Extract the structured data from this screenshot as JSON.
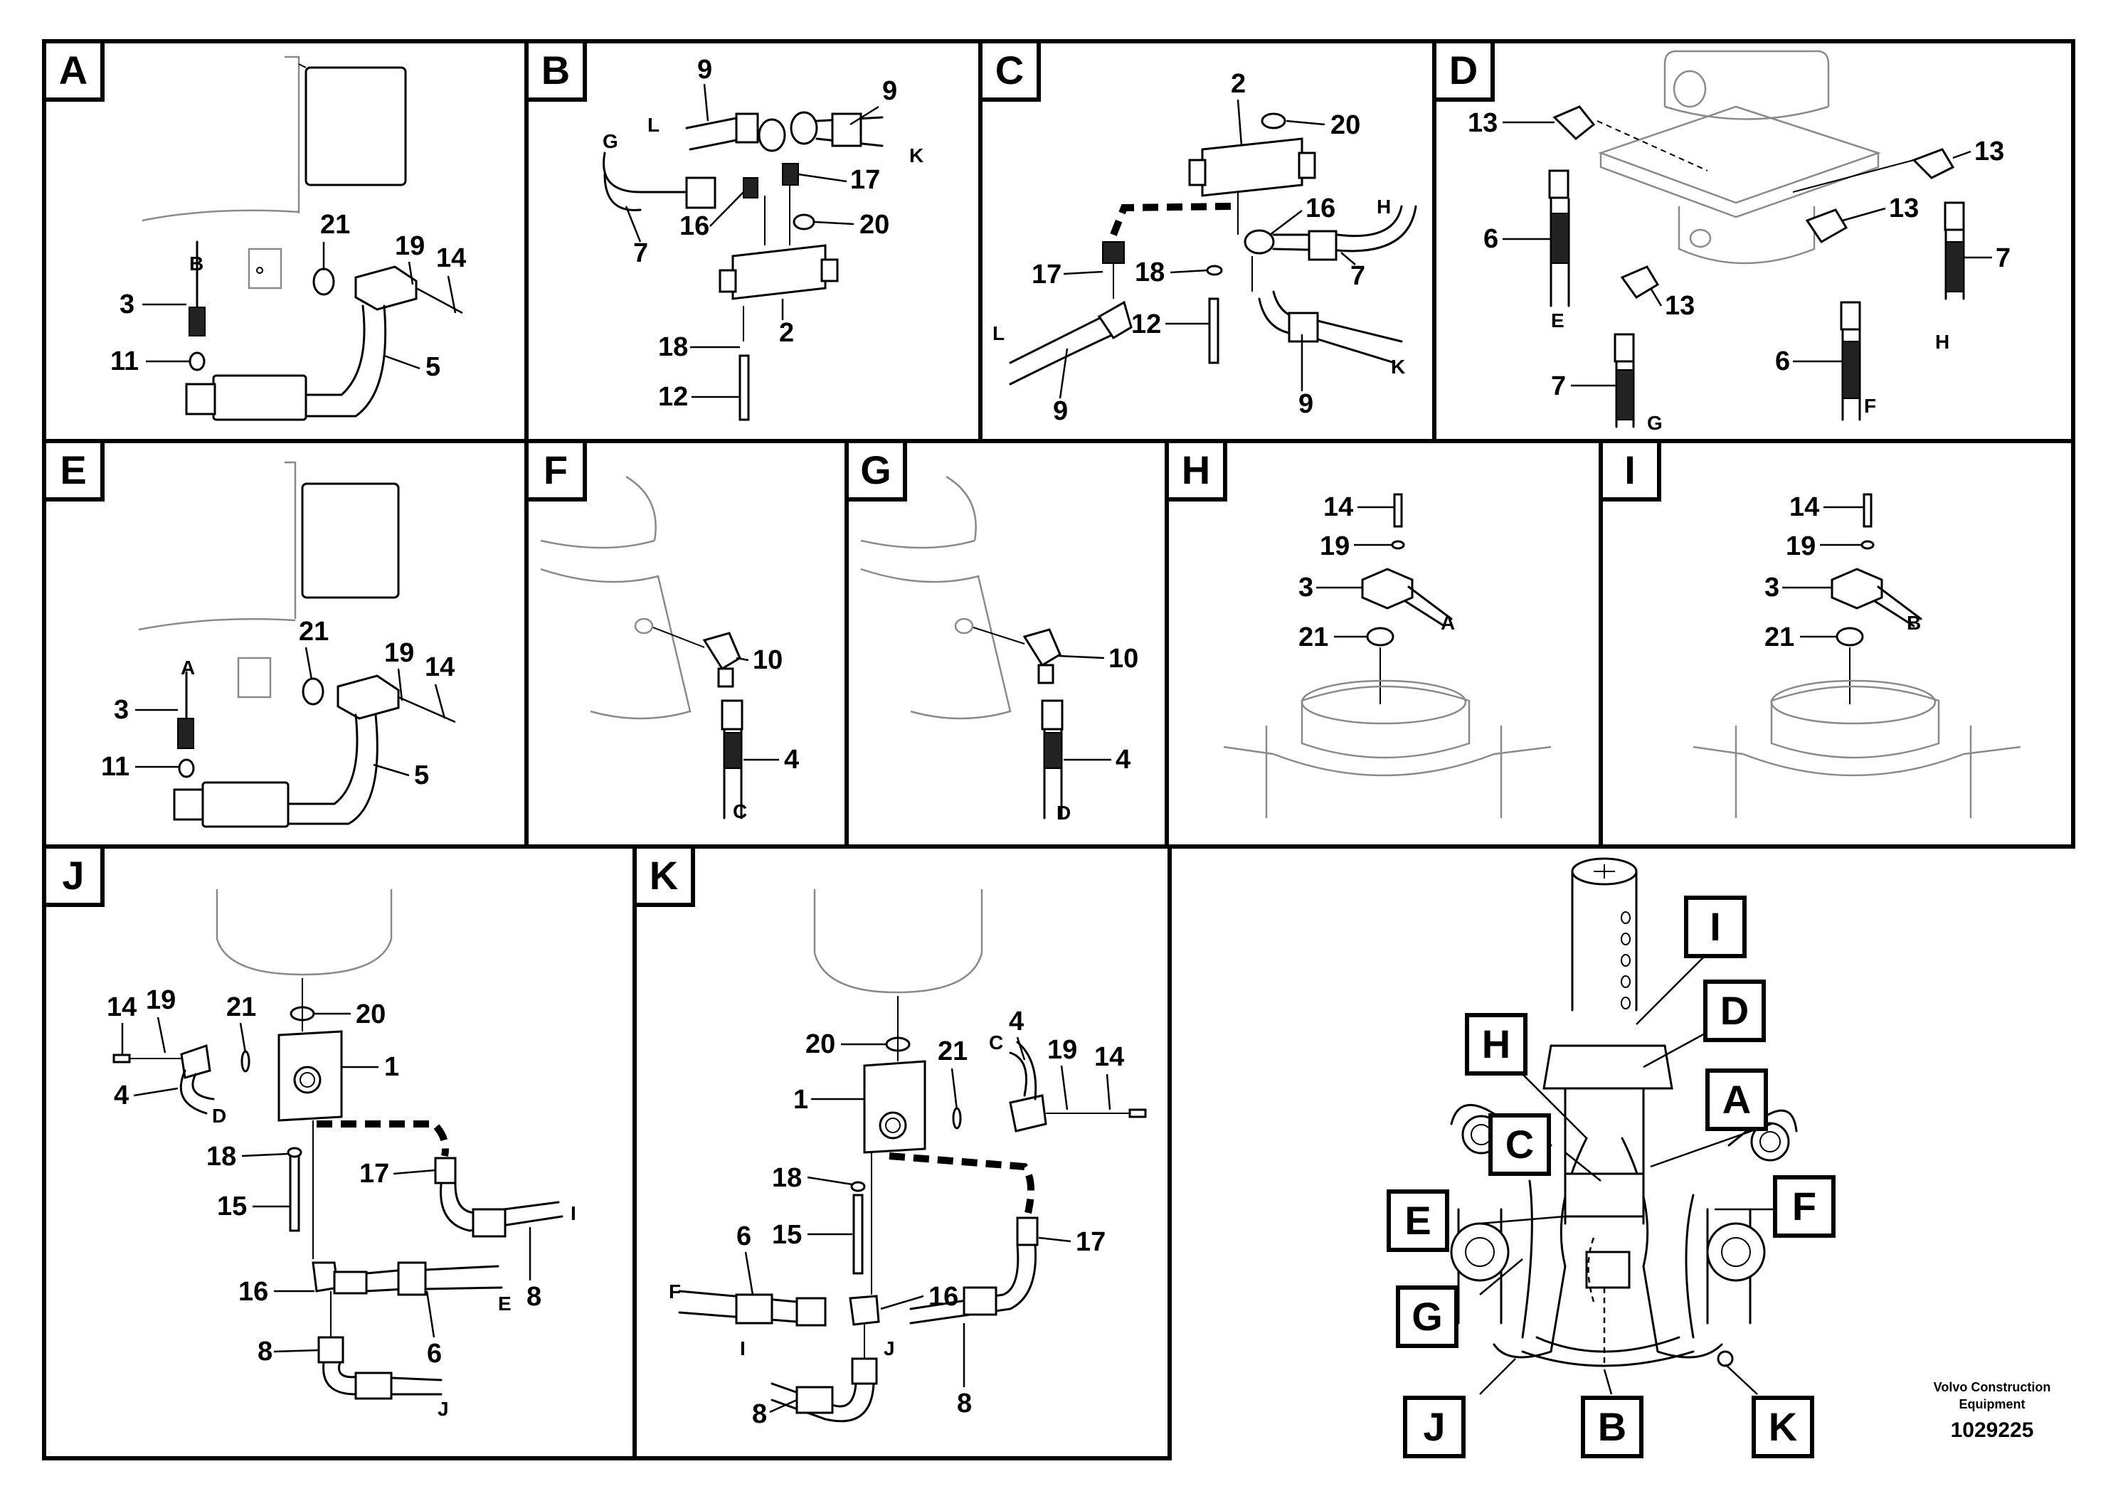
{
  "panels": {
    "A": {
      "label": "A",
      "numbers": [
        "21",
        "19",
        "14",
        "3",
        "11",
        "5"
      ],
      "letters": [
        "B"
      ]
    },
    "B": {
      "label": "B",
      "numbers": [
        "9",
        "9",
        "17",
        "16",
        "20",
        "7",
        "18",
        "2",
        "12"
      ],
      "letters": [
        "L",
        "G",
        "K"
      ]
    },
    "C": {
      "label": "C",
      "numbers": [
        "2",
        "20",
        "16",
        "7",
        "17",
        "18",
        "12",
        "9",
        "9"
      ],
      "letters": [
        "H",
        "L",
        "K"
      ]
    },
    "D": {
      "label": "D",
      "numbers": [
        "13",
        "13",
        "13",
        "13",
        "6",
        "7",
        "7",
        "6"
      ],
      "letters": [
        "E",
        "H",
        "G",
        "F"
      ]
    },
    "E": {
      "label": "E",
      "numbers": [
        "21",
        "19",
        "14",
        "3",
        "11",
        "5"
      ],
      "letters": [
        "A"
      ]
    },
    "F": {
      "label": "F",
      "numbers": [
        "10",
        "4"
      ],
      "letters": [
        "C"
      ]
    },
    "G": {
      "label": "G",
      "numbers": [
        "10",
        "4"
      ],
      "letters": [
        "D"
      ]
    },
    "H": {
      "label": "H",
      "numbers": [
        "14",
        "19",
        "3",
        "21"
      ],
      "letters": [
        "A"
      ]
    },
    "I": {
      "label": "I",
      "numbers": [
        "14",
        "19",
        "3",
        "21"
      ],
      "letters": [
        "B"
      ]
    },
    "J": {
      "label": "J",
      "numbers": [
        "14",
        "19",
        "21",
        "20",
        "1",
        "4",
        "18",
        "17",
        "15",
        "16",
        "8",
        "6",
        "8"
      ],
      "letters": [
        "D",
        "I",
        "E",
        "J"
      ]
    },
    "K": {
      "label": "K",
      "numbers": [
        "20",
        "21",
        "4",
        "19",
        "14",
        "1",
        "18",
        "6",
        "15",
        "17",
        "16",
        "8",
        "8"
      ],
      "letters": [
        "C",
        "F",
        "J",
        "I"
      ]
    }
  },
  "overview": {
    "callouts": [
      "I",
      "D",
      "H",
      "A",
      "C",
      "E",
      "F",
      "G",
      "J",
      "B",
      "K"
    ]
  },
  "footer": {
    "company_line1": "Volvo Construction",
    "company_line2": "Equipment",
    "drawing_number": "1029225"
  }
}
